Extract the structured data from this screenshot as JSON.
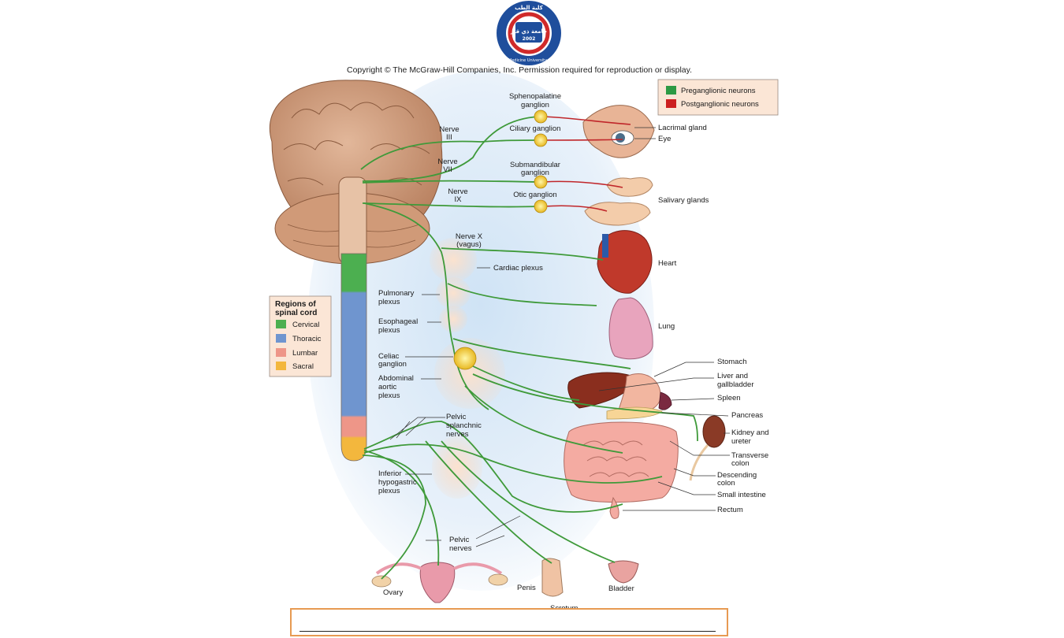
{
  "logo": {
    "arabic_arc": "كلية الطب",
    "university_arc": "College of Medicine University of Thi - Qar",
    "center_text": "جامعة ذي قار",
    "year": "2002",
    "colors": {
      "ring": "#1f4e9c",
      "red": "#d02a2a",
      "inner": "#ffffff"
    }
  },
  "copyright": "Copyright © The McGraw-Hill Companies, Inc. Permission required for reproduction or display.",
  "legend_neurons": {
    "items": [
      {
        "label": "Preganglionic neurons",
        "color": "#2e9a44"
      },
      {
        "label": "Postganglionic neurons",
        "color": "#cc1f1f"
      }
    ]
  },
  "legend_spinal": {
    "title_line1": "Regions of",
    "title_line2": "spinal cord",
    "items": [
      {
        "label": "Cervical",
        "color": "#4caf50"
      },
      {
        "label": "Thoracic",
        "color": "#6f95cf"
      },
      {
        "label": "Lumbar",
        "color": "#ee9688"
      },
      {
        "label": "Sacral",
        "color": "#f3b73d"
      }
    ]
  },
  "ganglia": {
    "sphenopalatine": [
      "Sphenopalatine",
      "ganglion"
    ],
    "ciliary": "Ciliary ganglion",
    "submandibular": [
      "Submandibular",
      "ganglion"
    ],
    "otic": "Otic ganglion"
  },
  "nerves": {
    "iii": [
      "Nerve",
      "III"
    ],
    "vii": [
      "Nerve",
      "VII"
    ],
    "ix": [
      "Nerve",
      "IX"
    ],
    "x": [
      "Nerve X",
      "(vagus)"
    ]
  },
  "plexus": {
    "cardiac": "Cardiac plexus",
    "pulmonary": [
      "Pulmonary",
      "plexus"
    ],
    "esophageal": [
      "Esophageal",
      "plexus"
    ],
    "celiac": [
      "Celiac",
      "ganglion"
    ],
    "abdominal": [
      "Abdominal",
      "aortic",
      "plexus"
    ],
    "pelvic_splanchnic": [
      "Pelvic",
      "splanchnic",
      "nerves"
    ],
    "inferior_hypogastric": [
      "Inferior",
      "hypogastric",
      "plexus"
    ],
    "pelvic_nerves": [
      "Pelvic",
      "nerves"
    ]
  },
  "organs": {
    "lacrimal": "Lacrimal gland",
    "eye": "Eye",
    "salivary": "Salivary glands",
    "heart": "Heart",
    "lung": "Lung",
    "stomach": "Stomach",
    "liver": [
      "Liver and",
      "gallbladder"
    ],
    "spleen": "Spleen",
    "pancreas": "Pancreas",
    "kidney": [
      "Kidney and",
      "ureter"
    ],
    "transverse": [
      "Transverse",
      "colon"
    ],
    "descending": [
      "Descending",
      "colon"
    ],
    "small_intestine": "Small intestine",
    "rectum": "Rectum",
    "ovary": "Ovary",
    "penis": "Penis",
    "scrotum": "Scrotum",
    "bladder": "Bladder"
  }
}
